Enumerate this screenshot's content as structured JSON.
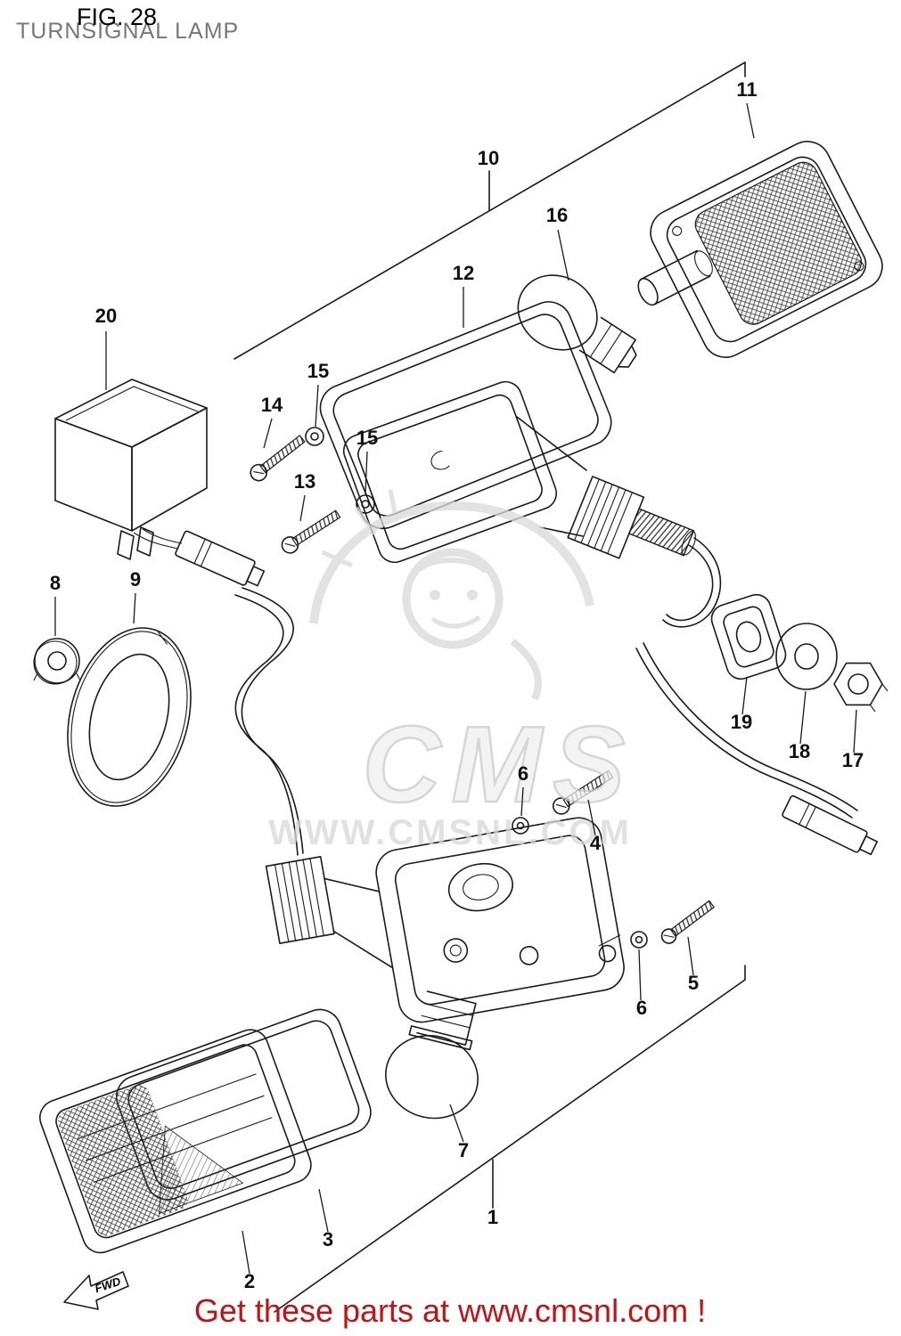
{
  "header": {
    "fig_label": "FIG. 28",
    "title": "TURNSIGNAL LAMP"
  },
  "parts": {
    "n1": "1",
    "n2": "2",
    "n3": "3",
    "n4": "4",
    "n5": "5",
    "n6": "6",
    "n7": "7",
    "n8": "8",
    "n9": "9",
    "n10": "10",
    "n11": "11",
    "n12": "12",
    "n13": "13",
    "n14": "14",
    "n15": "15",
    "n16": "16",
    "n17": "17",
    "n18": "18",
    "n19": "19",
    "n20": "20"
  },
  "watermark": {
    "brand": "CMS",
    "url": "WWW.CMSNL.COM"
  },
  "direction_arrow": {
    "label": "FWD"
  },
  "footer": {
    "text": "Get these parts at www.cmsnl.com !"
  },
  "colors": {
    "line": "#1a1a1a",
    "title_gray": "#777777",
    "footer_red": "#c41111",
    "watermark_gray": "#d8d8d8"
  }
}
